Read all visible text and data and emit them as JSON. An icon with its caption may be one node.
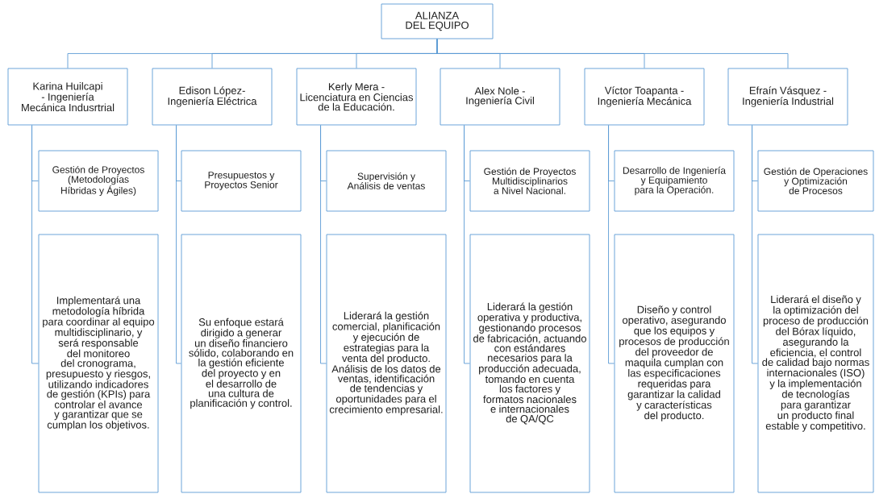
{
  "diagram": {
    "nodes": [
      {
        "text": [
          "ALIANZA DEL EQUIPO"
        ]
      },
      {
        "text": [
          "Karina Huilcapi - Ingeniería Mecánica Indusrtrial"
        ]
      },
      {
        "text": [
          "Edison López- Ingeniería Eléctrica"
        ]
      },
      {
        "text": [
          "Kerly Mera - Licenciatura en Ciencias de la Educación."
        ]
      },
      {
        "text": [
          "Alex Nole - Ingeniería Civil"
        ]
      },
      {
        "text": [
          "Víctor Toapanta - Ingeniería Mecánica"
        ]
      },
      {
        "text": [
          "Efraín Vásquez - Ingeniería Industrial"
        ]
      },
      {
        "text": [
          "Gestión de Proyectos (Metodologías Híbridas y Ágiles)"
        ]
      },
      {
        "text": [
          "Presupuestos y Proyectos Senior"
        ]
      },
      {
        "text": [
          "Supervisión y Análisis de ventas"
        ]
      },
      {
        "text": [
          "Gestión de Proyectos Multidisciplinarios a Nivel Nacional."
        ]
      },
      {
        "text": [
          "Desarrollo de Ingeniería y Equipamiento para la Operación."
        ]
      },
      {
        "text": [
          "Gestión de Operaciones y Optimización de Procesos"
        ]
      },
      {
        "text": [
          "Implementará una metodología híbrida para coordinar al equipo multidisciplinario, y será responsable del monitoreo del cronograma, presupuesto y riesgos, utilizando indicadores de gestión (KPIs) para controlar el avance y garantizar que se cumplan los objetivos."
        ]
      },
      {
        "text": [
          "Su enfoque estará dirigido a generar un diseño financiero sólido, colaborando en la gestión eficiente del proyecto y en el desarrollo de una cultura de planificación y control."
        ]
      },
      {
        "text": [
          "Liderará la gestión comercial, planificación y ejecución de estrategias para la venta del producto. Análisis de los datos de ventas, identificación de tendencias y oportunidades para el crecimiento empresarial."
        ]
      },
      {
        "text": [
          "Liderará la gestión operativa y productiva, gestionando procesos de fabricación, actuando con estándares necesarios para la producción adecuada, tomando en cuenta los factores y formatos nacionales e internacionales de QA/QC"
        ]
      },
      {
        "text": [
          "Diseño y control operativo, asegurando que los equipos y procesos de producción del proveedor de maquila cumplan con las especificaciones requeridas para garantizar la calidad y características del producto."
        ]
      },
      {
        "text": [
          "Liderará el diseño y la optimización del proceso de producción del Bórax líquido, asegurando la eficiencia, el control de calidad bajo normas internacionales (ISO) y la implementación de tecnologías para garantizar un producto final estable y competitivo."
        ]
      }
    ],
    "edges": [
      {
        "from": 0,
        "to": 1,
        "arrow": "none"
      },
      {
        "from": 0,
        "to": 2,
        "arrow": "none"
      },
      {
        "from": 0,
        "to": 3,
        "arrow": "none"
      },
      {
        "from": 0,
        "to": 4,
        "arrow": "none"
      },
      {
        "from": 0,
        "to": 5,
        "arrow": "none"
      },
      {
        "from": 0,
        "to": 6,
        "arrow": "none"
      },
      {
        "from": 1,
        "to": 7,
        "arrow": "none"
      },
      {
        "from": 1,
        "to": 13,
        "arrow": "none"
      },
      {
        "from": 2,
        "to": 8,
        "arrow": "none"
      },
      {
        "from": 2,
        "to": 14,
        "arrow": "none"
      },
      {
        "from": 3,
        "to": 9,
        "arrow": "none"
      },
      {
        "from": 3,
        "to": 15,
        "arrow": "none"
      },
      {
        "from": 4,
        "to": 10,
        "arrow": "none"
      },
      {
        "from": 4,
        "to": 16,
        "arrow": "none"
      },
      {
        "from": 5,
        "to": 11,
        "arrow": "none"
      },
      {
        "from": 5,
        "to": 17,
        "arrow": "none"
      },
      {
        "from": 6,
        "to": 12,
        "arrow": "none"
      },
      {
        "from": 6,
        "to": 18,
        "arrow": "none"
      }
    ]
  }
}
